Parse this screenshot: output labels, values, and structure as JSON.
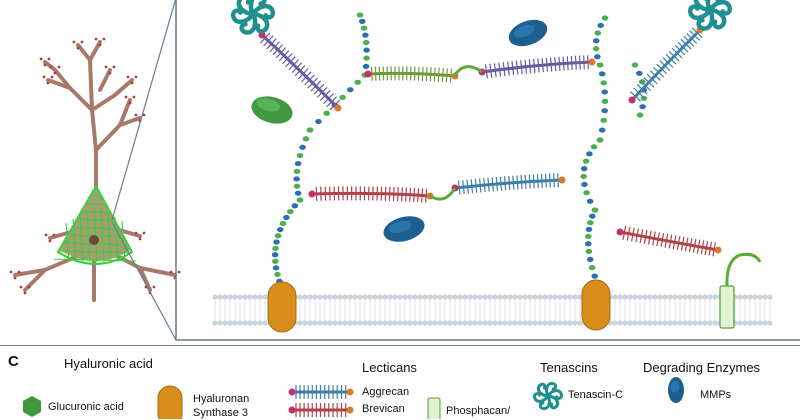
{
  "legend": {
    "panel_letter": "C",
    "hyaluronic_heading": "Hyaluronic acid",
    "glucuronic_label": "Glucuronic acid",
    "synthase_label_line1": "Hyaluronan",
    "synthase_label_line2": "Synthase 3",
    "lecticans_heading": "Lecticans",
    "aggrecan_label": "Aggrecan",
    "brevican_label": "Brevican",
    "phosphacan_label": "Phosphacan/",
    "tenascins_heading": "Tenascins",
    "tenascin_c_label": "Tenascin-C",
    "enzymes_heading": "Degrading Enzymes",
    "mmps_label": "MMPs"
  },
  "colors": {
    "aggrecan": "#3f7fa8",
    "brevican": "#b0424a",
    "versican": "#6f9a3c",
    "neurocan": "#6a5aa0",
    "hyaluronan_green": "#4caf50",
    "hyaluronan_blue": "#2f6fb0",
    "synthase": "#d98d1a",
    "tenascin": "#1f8f8f",
    "mmp": "#1f5f8f",
    "neuron": "#a8796a",
    "pnn": "#3fcc3f",
    "membrane": "#c9d3dc",
    "frame": "#6b7a8c"
  }
}
